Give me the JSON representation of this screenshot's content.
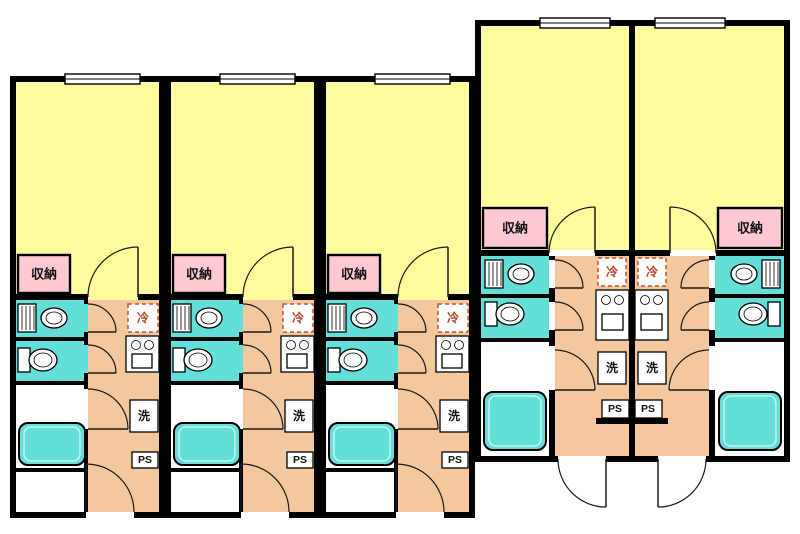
{
  "floorplan": {
    "unit_count": 5,
    "labels": {
      "closet": "収納",
      "fridge": "冷",
      "washer": "洗",
      "pipe_space": "PS"
    },
    "colors": {
      "room": "#FFFC9E",
      "closet": "#FFC9D4",
      "wet": "#63DFD8",
      "kitchen": "#F4C89E",
      "bath_floor": "#FFFFFF",
      "wall": "#000000",
      "fridge_accent": "#C2562B"
    }
  }
}
